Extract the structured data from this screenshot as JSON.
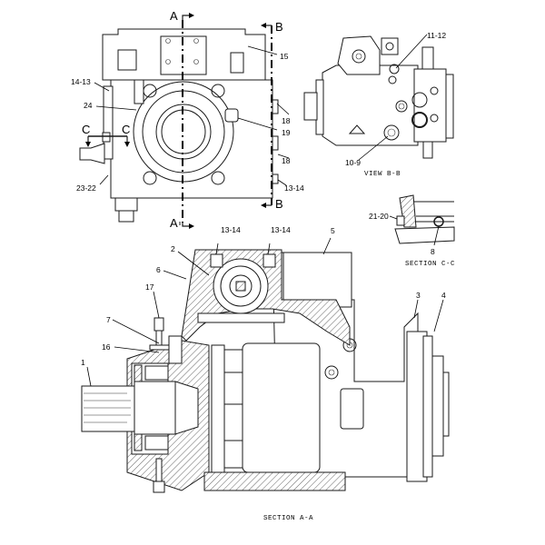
{
  "diagram": {
    "title": "Hydraulic Pump Parts Illustration",
    "views": {
      "top_left": {
        "section_markers": {
          "a_top": "A",
          "a_bottom": "A",
          "b_top": "B",
          "b_bottom": "B",
          "c_left": "C",
          "c_right": "C"
        },
        "callouts": [
          "15",
          "14-13",
          "24",
          "18",
          "19",
          "18",
          "13-14",
          "23-22"
        ]
      },
      "view_b_b": {
        "caption": "VIEW B-B",
        "callouts": [
          "11-12",
          "10-9"
        ]
      },
      "section_c_c": {
        "caption": "SECTION C-C",
        "callouts": [
          "21-20",
          "8"
        ]
      },
      "section_a_a": {
        "caption": "SECTION A-A",
        "marker": "A",
        "callouts": [
          "13-14",
          "13-14",
          "5",
          "2",
          "6",
          "17",
          "7",
          "16",
          "1",
          "3",
          "4"
        ]
      }
    }
  }
}
